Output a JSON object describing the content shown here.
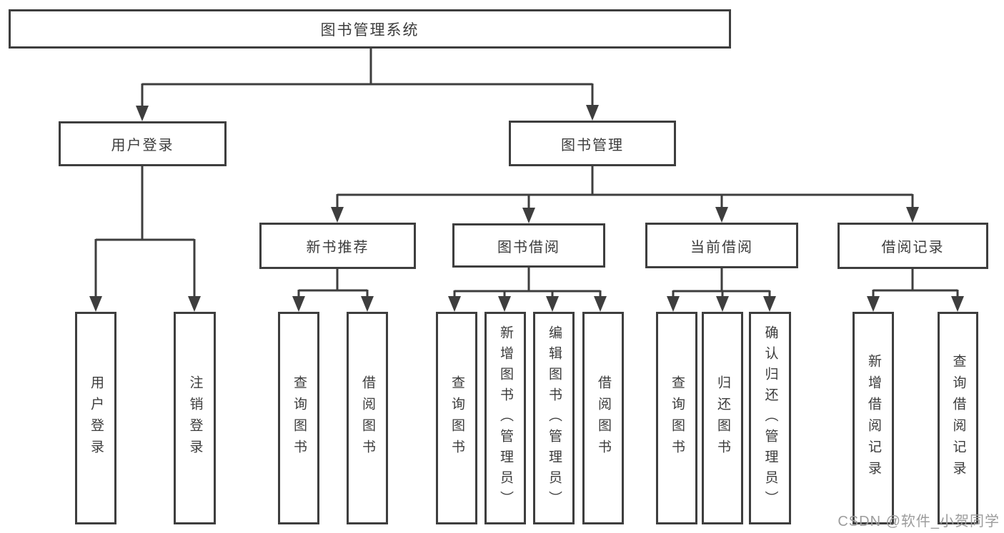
{
  "diagram": {
    "tree": {
      "root": {
        "label": "图书管理系统",
        "children": [
          {
            "label": "用户登录",
            "children": [
              {
                "label": "用户登录"
              },
              {
                "label": "注销登录"
              }
            ]
          },
          {
            "label": "图书管理",
            "children": [
              {
                "label": "新书推荐",
                "children": [
                  {
                    "label": "查询图书"
                  },
                  {
                    "label": "借阅图书"
                  }
                ]
              },
              {
                "label": "图书借阅",
                "children": [
                  {
                    "label": "查询图书"
                  },
                  {
                    "label": "新增图书（管理员）"
                  },
                  {
                    "label": "编辑图书（管理员）"
                  },
                  {
                    "label": "借阅图书"
                  }
                ]
              },
              {
                "label": "当前借阅",
                "children": [
                  {
                    "label": "查询图书"
                  },
                  {
                    "label": "归还图书"
                  },
                  {
                    "label": "确认归还（管理员）"
                  }
                ]
              },
              {
                "label": "借阅记录",
                "children": [
                  {
                    "label": "新增借阅记录"
                  },
                  {
                    "label": "查询借阅记录"
                  }
                ]
              }
            ]
          }
        ]
      }
    },
    "colors": {
      "line": "#3e3e3e",
      "text": "#3c3c3c",
      "watermark": "#9c9c9c",
      "background": "#ffffff"
    }
  },
  "watermark": {
    "text": "CSDN @软件_小贺同学"
  }
}
